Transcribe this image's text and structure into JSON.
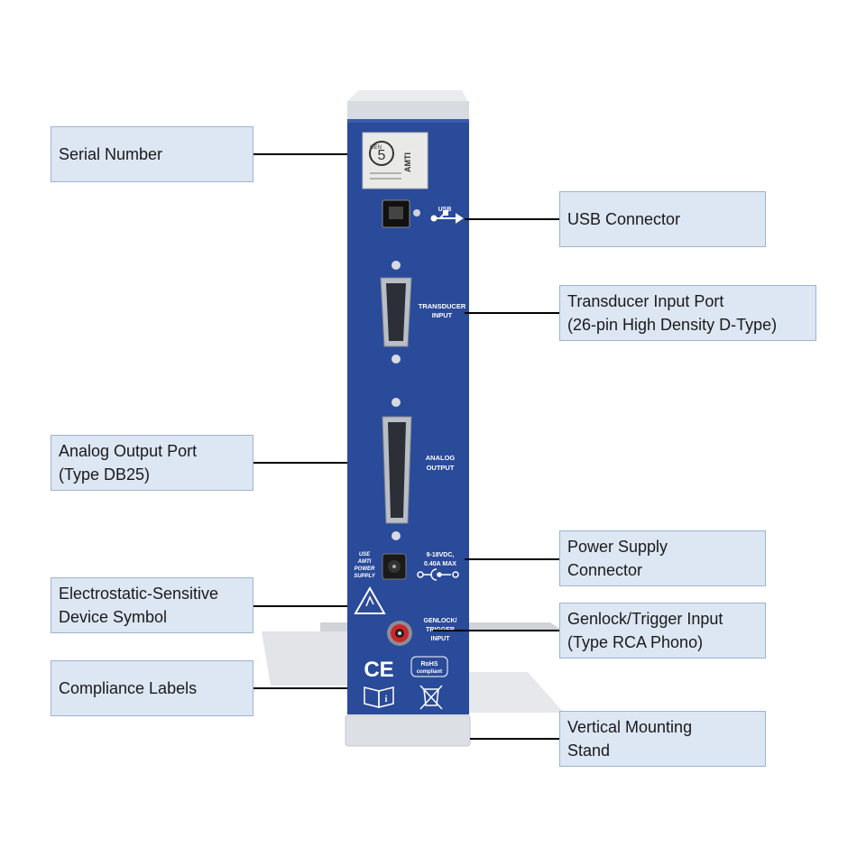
{
  "callouts": {
    "serial_number": {
      "lines": [
        "Serial  Number"
      ]
    },
    "usb_connector": {
      "lines": [
        "USB Connector"
      ]
    },
    "transducer_input": {
      "lines": [
        "Transducer Input Port",
        "(26-pin High Density D-Type)"
      ]
    },
    "analog_output": {
      "lines": [
        "Analog Output Port",
        "(Type DB25)"
      ]
    },
    "power_supply": {
      "lines": [
        "Power Supply",
        "Connector"
      ]
    },
    "esd_symbol": {
      "lines": [
        "Electrostatic-Sensitive",
        "Device Symbol"
      ]
    },
    "genlock_trigger": {
      "lines": [
        "Genlock/Trigger  Input",
        "(Type RCA Phono)"
      ]
    },
    "compliance_labels": {
      "lines": [
        "Compliance Labels"
      ]
    },
    "mounting_stand": {
      "lines": [
        "Vertical Mounting",
        "Stand"
      ]
    }
  },
  "device_labels": {
    "usb": "USB",
    "transducer": [
      "TRANSDUCER",
      "INPUT"
    ],
    "analog": [
      "ANALOG",
      "OUTPUT"
    ],
    "power_left": [
      "USE",
      "AMTI",
      "POWER",
      "SUPPLY"
    ],
    "power_right": [
      "9-18VDC,",
      "0.40A MAX"
    ],
    "genlock": [
      "GENLOCK/",
      "TRIGGER",
      "INPUT"
    ],
    "ce": "CE",
    "rohs": [
      "RoHS",
      "compliant"
    ],
    "serial_plate_brand": "AMTI",
    "serial_plate_gen": "GEN",
    "serial_plate_num": "5"
  },
  "colors": {
    "panel_blue": "#2a4a9a",
    "callout_fill": "#dde6f3",
    "callout_border": "#9fb3cf",
    "stand_gray": "#e4e6e9"
  }
}
